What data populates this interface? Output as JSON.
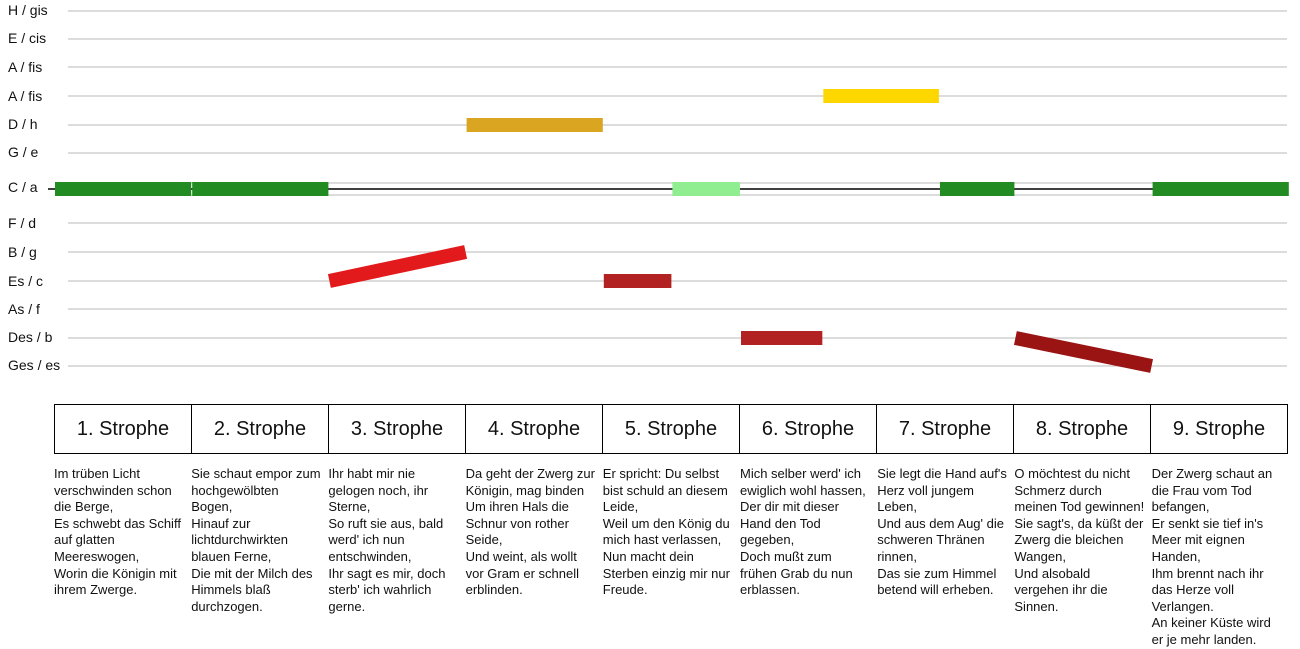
{
  "keys": [
    "H / gis",
    "E / cis",
    "A / fis",
    "A / fis",
    "D / h",
    "G / e",
    "C / a",
    "F / d",
    "B / g",
    "Es / c",
    "As / f",
    "Des / b",
    "Ges / es"
  ],
  "home_key_index": 6,
  "segments": [
    {
      "start": 0,
      "end": 1,
      "from": 6,
      "to": 6,
      "color": "#228B22"
    },
    {
      "start": 1,
      "end": 2,
      "from": 6,
      "to": 6,
      "color": "#228B22"
    },
    {
      "start": 2,
      "end": 3,
      "from": 9,
      "to": 8,
      "color": "#E31A1C"
    },
    {
      "start": 3,
      "end": 4,
      "from": 4,
      "to": 4,
      "color": "#DAA520"
    },
    {
      "start": 4,
      "end": 4.5,
      "from": 9,
      "to": 9,
      "color": "#B22222"
    },
    {
      "start": 4.5,
      "end": 5,
      "from": 6,
      "to": 6,
      "color": "#90EE90"
    },
    {
      "start": 5,
      "end": 5.6,
      "from": 11,
      "to": 11,
      "color": "#B22222"
    },
    {
      "start": 5.6,
      "end": 6.45,
      "from": 3,
      "to": 3,
      "color": "#FFD700"
    },
    {
      "start": 6.45,
      "end": 7,
      "from": 6,
      "to": 6,
      "color": "#228B22"
    },
    {
      "start": 7,
      "end": 8,
      "from": 11,
      "to": 12,
      "color": "#9B1414"
    },
    {
      "start": 8,
      "end": 9,
      "from": 6,
      "to": 6,
      "color": "#228B22"
    }
  ],
  "strophes": [
    {
      "label": "1. Strophe",
      "text": "Im trüben Licht verschwinden schon die Berge,\nEs schwebt das Schiff auf glatten Meereswogen,\nWorin die Königin mit ihrem Zwerge."
    },
    {
      "label": "2. Strophe",
      "text": "Sie schaut empor zum hochgewölbten Bogen,\nHinauf zur lichtdurchwirkten blauen Ferne,\nDie mit der Milch des Himmels blaß durchzogen."
    },
    {
      "label": "3. Strophe",
      "text": "Ihr habt mir nie gelogen noch, ihr Sterne,\nSo ruft sie aus, bald werd' ich nun entschwinden,\nIhr sagt es mir, doch sterb' ich wahrlich gerne."
    },
    {
      "label": "4. Strophe",
      "text": "Da geht der Zwerg zur Königin, mag binden\nUm ihren Hals die Schnur von rother Seide,\nUnd weint, als wollt vor Gram er schnell erblinden."
    },
    {
      "label": "5. Strophe",
      "text": "Er spricht: Du selbst bist schuld an diesem Leide,\nWeil um den König du mich hast verlassen,\nNun macht dein Sterben einzig mir nur Freude."
    },
    {
      "label": "6. Strophe",
      "text": "Mich selber werd' ich ewiglich wohl hassen,\nDer dir mit dieser Hand den Tod gegeben,\nDoch mußt zum frühen Grab du nun erblassen."
    },
    {
      "label": "7. Strophe",
      "text": "Sie legt die Hand auf's Herz voll jungem Leben,\nUnd aus dem Aug' die schweren Thränen rinnen,\nDas sie zum Himmel betend will erheben."
    },
    {
      "label": "8. Strophe",
      "text": "O möchtest du nicht Schmerz durch meinen Tod gewinnen!\nSie sagt's, da küßt der Zwerg die bleichen Wangen,\nUnd alsobald vergehen ihr die Sinnen."
    },
    {
      "label": "9. Strophe",
      "text": "Der Zwerg schaut an die Frau vom Tod befangen,\nEr senkt sie tief in's Meer mit eignen Handen,\nIhm brennt nach ihr das Herze voll Verlangen.\nAn keiner Küste wird er je mehr landen."
    }
  ]
}
